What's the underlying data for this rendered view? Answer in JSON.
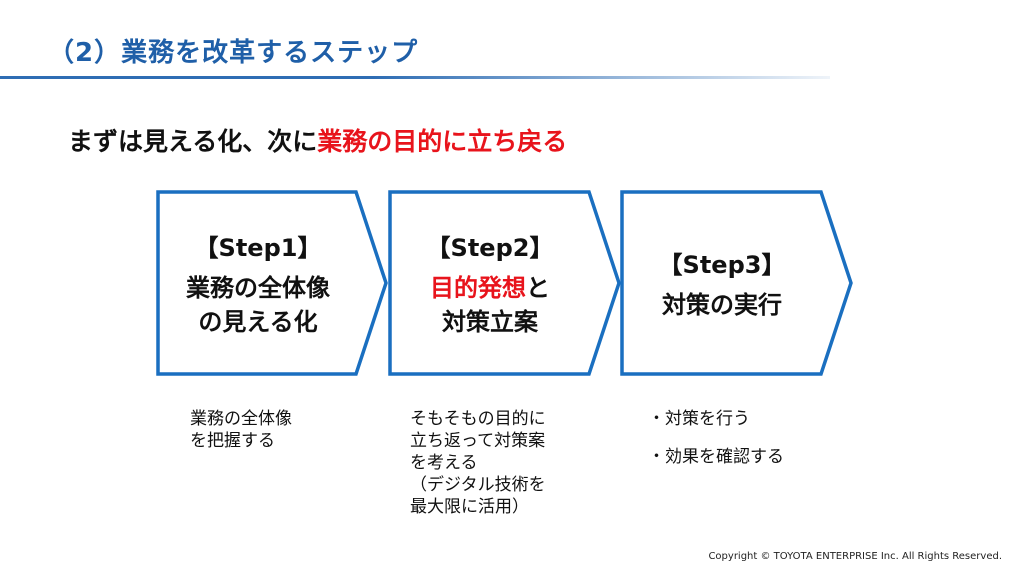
{
  "slide": {
    "title": "（2）業務を改革するステップ",
    "lead_prefix": "まずは見える化、次に",
    "lead_accent": "業務の目的に立ち戻る"
  },
  "steps": [
    {
      "label": "【Step1】",
      "body_line1": "業務の全体像",
      "body_line2": "の見える化",
      "desc_lines": [
        "業務の全体像",
        "を把握する"
      ]
    },
    {
      "label": "【Step2】",
      "body_line1_accent": "目的発想",
      "body_line1_rest": "と",
      "body_line2": "対策立案",
      "desc_lines": [
        "そもそもの目的に",
        "立ち返って対策案",
        "を考える",
        "（デジタル技術を",
        "最大限に活用）"
      ]
    },
    {
      "label": "【Step3】",
      "body_line1": "対策の実行",
      "desc_bullets": [
        "・対策を行う",
        "・効果を確認する"
      ]
    }
  ],
  "footer": {
    "copyright": "Copyright © TOYOTA ENTERPRISE Inc. All Rights Reserved."
  },
  "colors": {
    "title": "#1f5fa8",
    "arrow_stroke": "#1a6fc0",
    "accent": "#e8141c"
  }
}
